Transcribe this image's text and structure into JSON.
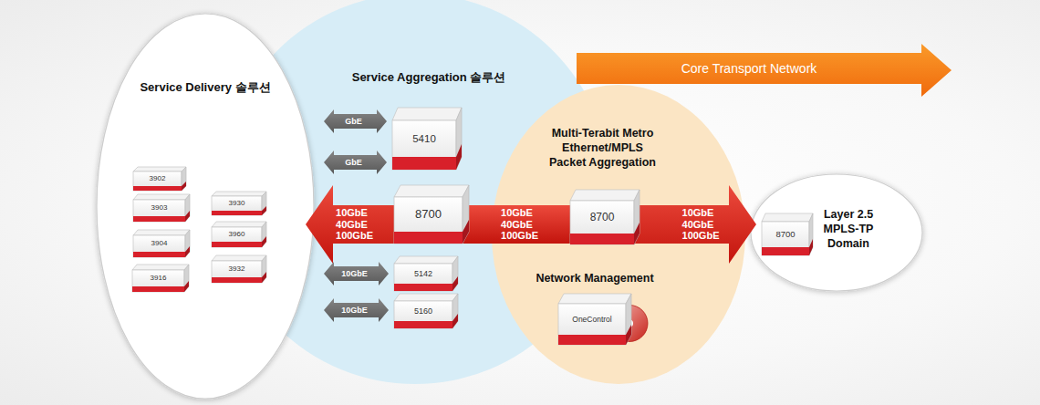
{
  "diagram": {
    "nodes": [
      {
        "text": [
          "Service Delivery 솔루션"
        ]
      },
      {
        "text": [
          "3902"
        ],
        "in": 0
      },
      {
        "text": [
          "3903"
        ],
        "in": 0
      },
      {
        "text": [
          "3930"
        ],
        "in": 0
      },
      {
        "text": [
          "3904"
        ],
        "in": 0
      },
      {
        "text": [
          "3960"
        ],
        "in": 0
      },
      {
        "text": [
          "3916"
        ],
        "in": 0
      },
      {
        "text": [
          "3932"
        ],
        "in": 0
      },
      {
        "text": [
          "Service Aggregation 솔루션"
        ]
      },
      {
        "text": [
          "5410"
        ],
        "in": 8
      },
      {
        "text": [
          "8700"
        ],
        "in": 8
      },
      {
        "text": [
          "5142"
        ],
        "in": 8
      },
      {
        "text": [
          "5160"
        ],
        "in": 8
      },
      {
        "text": [
          "Core Transport Network"
        ]
      },
      {
        "text": [
          "Multi-Terabit Metro Ethernet/MPLS Packet Aggregation"
        ]
      },
      {
        "text": [
          "8700"
        ],
        "in": 14
      },
      {
        "text": [
          "Network Management",
          "OneControl"
        ],
        "in": 14
      },
      {
        "text": [
          "Layer 2.5 MPLS-TP Domain"
        ]
      },
      {
        "text": [
          "8700"
        ],
        "in": 17
      }
    ],
    "edges": [
      {
        "from": 10,
        "to": 0,
        "arrow": "to",
        "label": "10GbE 40GbE 100GbE"
      },
      {
        "from": 10,
        "to": 15,
        "arrow": "none",
        "label": "10GbE 40GbE 100GbE"
      },
      {
        "from": 15,
        "to": 18,
        "arrow": "to",
        "label": "10GbE 40GbE 100GbE"
      },
      {
        "from": 0,
        "to": 9,
        "arrow": "both",
        "label": "GbE"
      },
      {
        "from": 0,
        "to": 9,
        "arrow": "both",
        "label": "GbE"
      },
      {
        "from": 0,
        "to": 11,
        "arrow": "both",
        "label": "10GbE"
      },
      {
        "from": 0,
        "to": 12,
        "arrow": "both",
        "label": "10GbE"
      }
    ]
  }
}
